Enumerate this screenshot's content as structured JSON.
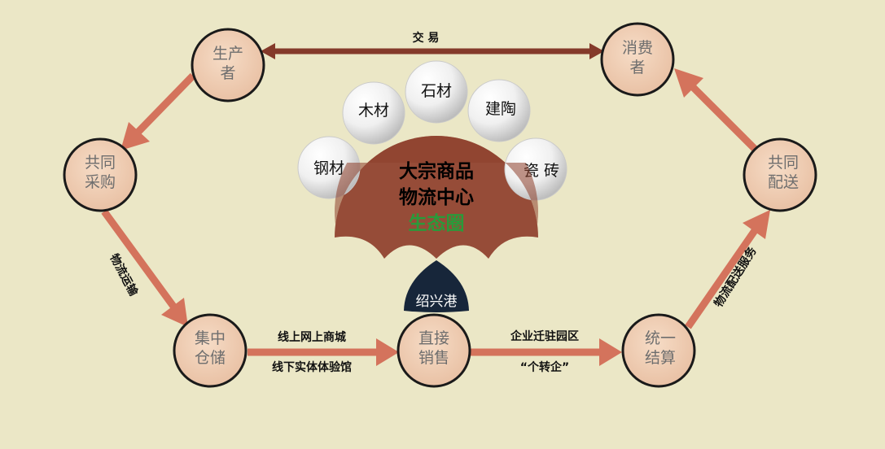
{
  "nodes": {
    "producer": [
      "生产",
      "者"
    ],
    "consumer": [
      "消费",
      "者"
    ],
    "joint_purchase": [
      "共同",
      "采购"
    ],
    "joint_delivery": [
      "共同",
      "配送"
    ],
    "central_storage": [
      "集中",
      "仓储"
    ],
    "direct_sale": [
      "直接",
      "销售"
    ],
    "unified_settlement": [
      "统一",
      "结算"
    ]
  },
  "edges": {
    "trade": "交 易",
    "logistics_transport": "物流运输",
    "logistics_delivery_service": "物流配送服务",
    "online_mall": "线上网上商城",
    "offline_store": "线下实体体验馆",
    "enterprise_relocation": "企业迁驻园区",
    "individual_to_enterprise": "“个转企”"
  },
  "center": {
    "title_line1": "大宗商品",
    "title_line2": "物流中心",
    "eco": "生态圈",
    "port": "绍兴港",
    "petals": [
      "钢材",
      "木材",
      "石材",
      "建陶",
      "瓷 砖"
    ]
  },
  "colors": {
    "background": "#ebe7c6",
    "arrow": "#d4735c",
    "trade_arrow": "#843a2a",
    "fan": "#8e3f2b",
    "port": "#17263a",
    "node_fill": "#efcdb3",
    "eco_text": "#2a9a3a"
  }
}
